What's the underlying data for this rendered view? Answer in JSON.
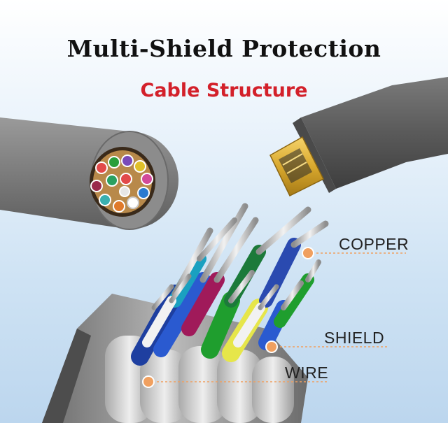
{
  "heading": {
    "title": "Multi-Shield Protection",
    "subtitle": "Cable Structure"
  },
  "callouts": {
    "copper": "COPPER",
    "shield": "SHIELD",
    "wire": "WIRE"
  },
  "colors": {
    "title": "#111111",
    "subtitle": "#d3202a",
    "callout_dot": "#f0a060",
    "cable_jacket": "#8a8a8a",
    "connector_gold": "#d9a92e"
  },
  "icons": [
    "cable-cross-section",
    "mini-hdmi-connector",
    "exposed-wire-bundle",
    "callout-dot"
  ]
}
